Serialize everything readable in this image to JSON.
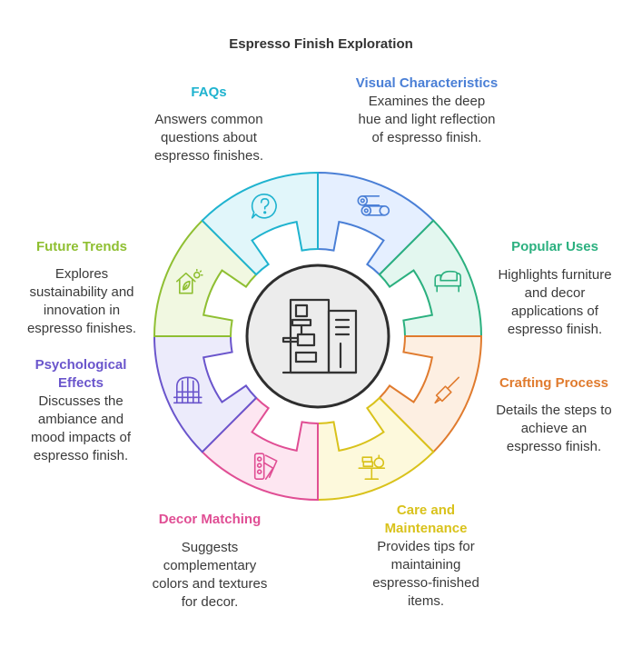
{
  "title": "Espresso Finish Exploration",
  "center": {
    "icon": "espresso-machine-icon"
  },
  "segments": [
    {
      "key": "visual",
      "heading": "Visual Characteristics",
      "description": "Examines the deep hue and light reflection of espresso finish.",
      "color": "#4a7fd6",
      "fill": "#e5efff",
      "icon": "wood-logs-icon"
    },
    {
      "key": "popular",
      "heading": "Popular Uses",
      "description": "Highlights furniture and decor applications of espresso finish.",
      "color": "#2bb07f",
      "fill": "#e3f7ef",
      "icon": "sofa-icon"
    },
    {
      "key": "crafting",
      "heading": "Crafting Process",
      "description": "Details the steps to achieve an espresso finish.",
      "color": "#e07b2e",
      "fill": "#fdefe2",
      "icon": "brush-icon"
    },
    {
      "key": "care",
      "heading": "Care and Maintenance",
      "description": "Provides tips for maintaining espresso-finished items.",
      "color": "#d9c21b",
      "fill": "#fdf9dc",
      "icon": "table-icon"
    },
    {
      "key": "decor",
      "heading": "Decor Matching",
      "description": "Suggests complementary colors and textures for decor.",
      "color": "#e04e94",
      "fill": "#fde6f1",
      "icon": "swatches-icon"
    },
    {
      "key": "psych",
      "heading": "Psychological Effects",
      "description": "Discusses the ambiance and mood impacts of espresso finish.",
      "color": "#6a55cc",
      "fill": "#ecebfb",
      "icon": "window-icon"
    },
    {
      "key": "future",
      "heading": "Future Trends",
      "description": "Explores sustainability and innovation in espresso finishes.",
      "color": "#8fbf32",
      "fill": "#f1f8e1",
      "icon": "eco-house-icon"
    },
    {
      "key": "faqs",
      "heading": "FAQs",
      "description": "Answers common questions about espresso finishes.",
      "color": "#1fb3cf",
      "fill": "#e1f6fa",
      "icon": "question-bubble-icon"
    }
  ]
}
